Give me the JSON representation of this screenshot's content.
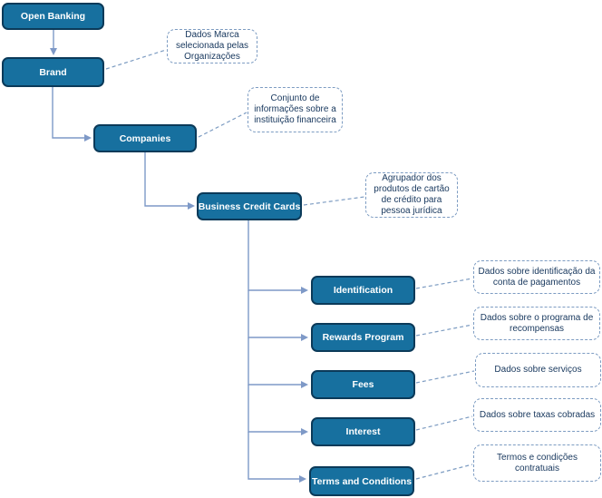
{
  "colors": {
    "background": "#ffffff",
    "node_fill": "#17709F",
    "node_border": "#0B3A59",
    "node_text": "#FFFFFF",
    "connector": "#7E99C7",
    "dashed_connector": "#7D9CC2",
    "callout_border": "#7D9CC2",
    "callout_text": "#17375D"
  },
  "nodes": [
    {
      "id": "open-banking",
      "label": "Open Banking"
    },
    {
      "id": "brand",
      "label": "Brand"
    },
    {
      "id": "companies",
      "label": "Companies"
    },
    {
      "id": "business-credit-cards",
      "label": "Business Credit Cards"
    },
    {
      "id": "identification",
      "label": "Identification"
    },
    {
      "id": "rewards-program",
      "label": "Rewards Program"
    },
    {
      "id": "fees",
      "label": "Fees"
    },
    {
      "id": "interest",
      "label": "Interest"
    },
    {
      "id": "terms-and-conditions",
      "label": "Terms and Conditions"
    }
  ],
  "callouts": [
    {
      "id": "brand-note",
      "text": "Dados Marca selecionada pelas Organizações"
    },
    {
      "id": "companies-note",
      "text": "Conjunto de informações sobre a instituição financeira"
    },
    {
      "id": "business-credit-cards-note",
      "text": "Agrupador dos produtos de cartão de crédito para pessoa jurídica"
    },
    {
      "id": "identification-note",
      "text": "Dados sobre identificação da conta de pagamentos"
    },
    {
      "id": "rewards-program-note",
      "text": "Dados sobre o programa de recompensas"
    },
    {
      "id": "fees-note",
      "text": "Dados sobre serviços"
    },
    {
      "id": "interest-note",
      "text": "Dados sobre taxas cobradas"
    },
    {
      "id": "terms-and-conditions-note",
      "text": "Termos e condições contratuais"
    }
  ]
}
